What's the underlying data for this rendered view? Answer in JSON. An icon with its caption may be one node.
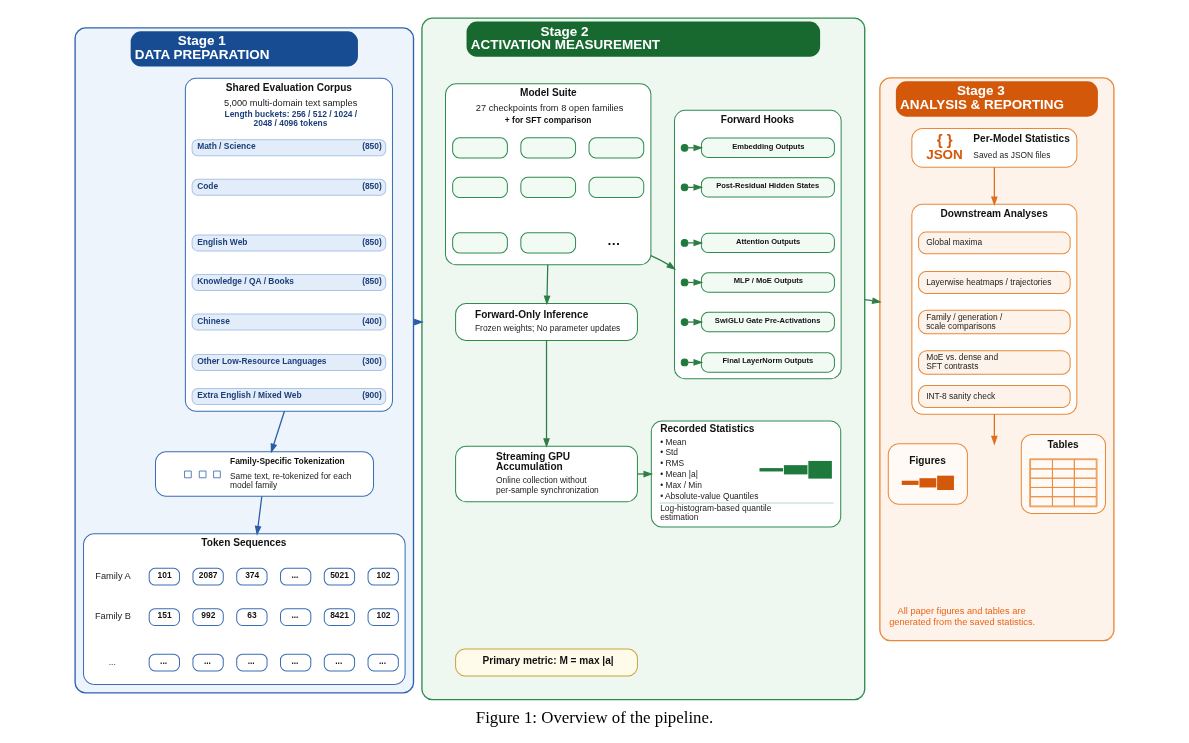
{
  "diagram": {
    "caption": "Figure 1: Overview of the pipeline.",
    "nodes": [
      {
        "text": [
          "Stage 1",
          "DATA PREPARATION"
        ]
      },
      {
        "text": [
          "Shared Evaluation Corpus",
          "5,000 multi-domain text samples",
          "Length buckets: 256 / 512 / 1024 / 2048 / 4096 tokens"
        ],
        "in": 0
      },
      {
        "text": [
          "Math / Science",
          "(850)"
        ],
        "in": 1
      },
      {
        "text": [
          "Code",
          "(850)"
        ],
        "in": 1
      },
      {
        "text": [
          "English Web",
          "(850)"
        ],
        "in": 1
      },
      {
        "text": [
          "Knowledge / QA / Books",
          "(850)"
        ],
        "in": 1
      },
      {
        "text": [
          "Chinese",
          "(400)"
        ],
        "in": 1
      },
      {
        "text": [
          "Other Low-Resource Languages",
          "(300)"
        ],
        "in": 1
      },
      {
        "text": [
          "Extra English / Mixed Web",
          "(900)"
        ],
        "in": 1
      },
      {
        "text": [
          "Family-Specific Tokenization",
          "Same text, re-tokenized for each model family"
        ],
        "in": 0
      },
      {
        "text": [
          "Token Sequences"
        ],
        "in": 0
      },
      {
        "text": [
          "101"
        ],
        "in": 10
      },
      {
        "text": [
          "2087"
        ],
        "in": 10
      },
      {
        "text": [
          "374"
        ],
        "in": 10
      },
      {
        "text": [
          "..."
        ],
        "in": 10
      },
      {
        "text": [
          "5021"
        ],
        "in": 10
      },
      {
        "text": [
          "102"
        ],
        "in": 10
      },
      {
        "text": [
          "151"
        ],
        "in": 10
      },
      {
        "text": [
          "992"
        ],
        "in": 10
      },
      {
        "text": [
          "63"
        ],
        "in": 10
      },
      {
        "text": [
          "..."
        ],
        "in": 10
      },
      {
        "text": [
          "8421"
        ],
        "in": 10
      },
      {
        "text": [
          "102"
        ],
        "in": 10
      },
      {
        "text": [
          "..."
        ],
        "in": 10
      },
      {
        "text": [
          "..."
        ],
        "in": 10
      },
      {
        "text": [
          "..."
        ],
        "in": 10
      },
      {
        "text": [
          "..."
        ],
        "in": 10
      },
      {
        "text": [
          "..."
        ],
        "in": 10
      },
      {
        "text": [
          "..."
        ],
        "in": 10
      },
      {
        "text": [
          "Stage 2",
          "ACTIVATION MEASUREMENT"
        ]
      },
      {
        "text": [
          "Model Suite",
          "27 checkpoints from 8 open families",
          "+ for SFT comparison"
        ],
        "in": 29
      },
      {
        "text": [],
        "shape": "box",
        "in": 30
      },
      {
        "text": [],
        "shape": "box",
        "in": 30
      },
      {
        "text": [],
        "shape": "box",
        "in": 30
      },
      {
        "text": [],
        "shape": "box",
        "in": 30
      },
      {
        "text": [],
        "shape": "box",
        "in": 30
      },
      {
        "text": [],
        "shape": "box",
        "in": 30
      },
      {
        "text": [],
        "shape": "box",
        "in": 30
      },
      {
        "text": [],
        "shape": "box",
        "in": 30
      },
      {
        "text": [
          "Forward-Only Inference",
          "Frozen weights; No parameter updates"
        ],
        "in": 29
      },
      {
        "text": [
          "Streaming GPU Accumulation",
          "Online collection without per-sample synchronization"
        ],
        "in": 29
      },
      {
        "text": [
          "Primary metric: M = max |a|"
        ],
        "in": 29
      },
      {
        "text": [
          "Forward Hooks"
        ],
        "in": 29
      },
      {
        "text": [
          "Embedding Outputs"
        ],
        "in": 42
      },
      {
        "text": [
          "Post-Residual Hidden States"
        ],
        "in": 42
      },
      {
        "text": [
          "Attention Outputs"
        ],
        "in": 42
      },
      {
        "text": [
          "MLP / MoE Outputs"
        ],
        "in": 42
      },
      {
        "text": [
          "SwiGLU Gate Pre-Activations"
        ],
        "in": 42
      },
      {
        "text": [
          "Final LayerNorm Outputs"
        ],
        "in": 42
      },
      {
        "text": [],
        "shape": "circle",
        "in": 42
      },
      {
        "text": [],
        "shape": "circle",
        "in": 42
      },
      {
        "text": [],
        "shape": "circle",
        "in": 42
      },
      {
        "text": [],
        "shape": "circle",
        "in": 42
      },
      {
        "text": [],
        "shape": "circle",
        "in": 42
      },
      {
        "text": [],
        "shape": "circle",
        "in": 42
      },
      {
        "text": [
          "Recorded Statistics",
          "• Mean",
          "• Std",
          "• RMS",
          "• Mean |a|",
          "• Max / Min",
          "• Absolute-value Quantiles",
          "Log-histogram-based quantile estimation"
        ],
        "in": 29
      },
      {
        "text": [
          "Stage 3",
          "ANALYSIS & REPORTING"
        ]
      },
      {
        "text": [
          "{ }",
          "JSON",
          "Per-Model Statistics",
          "Saved as JSON files"
        ],
        "in": 56
      },
      {
        "text": [
          "Downstream Analyses"
        ],
        "in": 56
      },
      {
        "text": [
          "Global maxima"
        ],
        "in": 58
      },
      {
        "text": [
          "Layerwise heatmaps / trajectories"
        ],
        "in": 58
      },
      {
        "text": [
          "Family / generation / scale comparisons"
        ],
        "in": 58
      },
      {
        "text": [
          "MoE vs. dense and SFT contrasts"
        ],
        "in": 58
      },
      {
        "text": [
          "INT-8 sanity check"
        ],
        "in": 58
      },
      {
        "text": [
          "Figures"
        ],
        "in": 56
      },
      {
        "text": [
          "Tables"
        ],
        "in": 56
      }
    ],
    "edges": [
      {
        "from": 1,
        "to": 9,
        "arrow": "to",
        "color": "#2a5ca8"
      },
      {
        "from": 9,
        "to": 10,
        "arrow": "to",
        "color": "#2a5ca8"
      },
      {
        "from": 0,
        "to": 29,
        "arrow": "to",
        "color": "#2a5ca8"
      },
      {
        "from": 30,
        "to": 39,
        "arrow": "to"
      },
      {
        "from": 39,
        "to": 40,
        "arrow": "to"
      },
      {
        "from": 30,
        "to": 42,
        "arrow": "to"
      },
      {
        "from": 49,
        "to": 43,
        "arrow": "to"
      },
      {
        "from": 50,
        "to": 44,
        "arrow": "to"
      },
      {
        "from": 51,
        "to": 45,
        "arrow": "to"
      },
      {
        "from": 52,
        "to": 46,
        "arrow": "to"
      },
      {
        "from": 53,
        "to": 47,
        "arrow": "to"
      },
      {
        "from": 54,
        "to": 48,
        "arrow": "to"
      },
      {
        "from": 40,
        "to": 55,
        "arrow": "to"
      },
      {
        "from": 29,
        "to": 56,
        "arrow": "to"
      },
      {
        "from": 57,
        "to": 58,
        "arrow": "to",
        "color": "#e07020"
      },
      {
        "from": 58,
        "to": null,
        "arrow": "to",
        "color": "#e07020"
      }
    ],
    "labels": [
      "Family A",
      "Family B",
      "...",
      "…",
      "All paper figures and tables are generated from the saved statistics."
    ]
  }
}
